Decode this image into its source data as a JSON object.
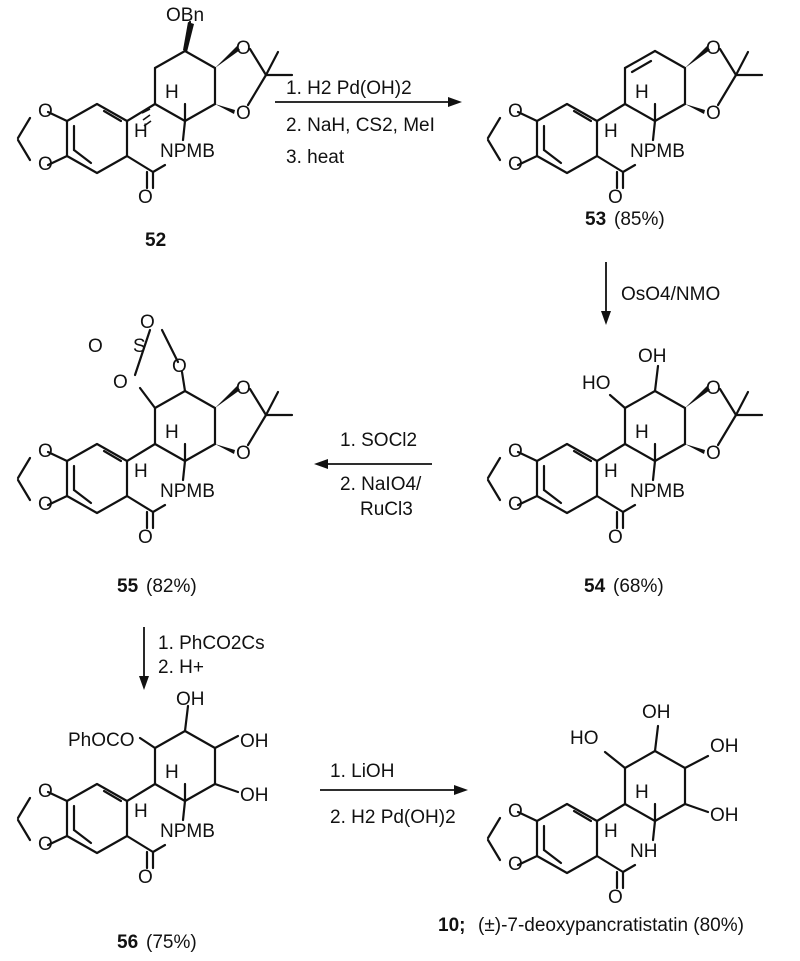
{
  "compounds": [
    {
      "id": "52",
      "yield": ""
    },
    {
      "id": "53",
      "yield": "(85%)"
    },
    {
      "id": "54",
      "yield": "(68%)"
    },
    {
      "id": "55",
      "yield": "(82%)"
    },
    {
      "id": "56",
      "yield": "(75%)"
    },
    {
      "id": "10;",
      "yield": "(±)-7-deoxypancratistatin (80%)"
    }
  ],
  "reactions": [
    {
      "steps": [
        "1. H2 Pd(OH)2",
        "2. NaH, CS2, MeI",
        "3. heat"
      ]
    },
    {
      "steps": [
        "OsO4/NMO"
      ]
    },
    {
      "steps": [
        "1. SOCl2",
        "2. NaIO4/",
        "RuCl3"
      ]
    },
    {
      "steps": [
        "1. PhCO2Cs",
        "2. H+"
      ]
    },
    {
      "steps": [
        "1. LiOH",
        "2. H2 Pd(OH)2"
      ]
    }
  ],
  "atom_labels": {
    "obn": "OBn",
    "npmb": "NPMB",
    "nh": "NH",
    "o": "O",
    "h": "H",
    "oh": "OH",
    "ho": "HO",
    "s": "S",
    "phoco": "PhOCO"
  }
}
